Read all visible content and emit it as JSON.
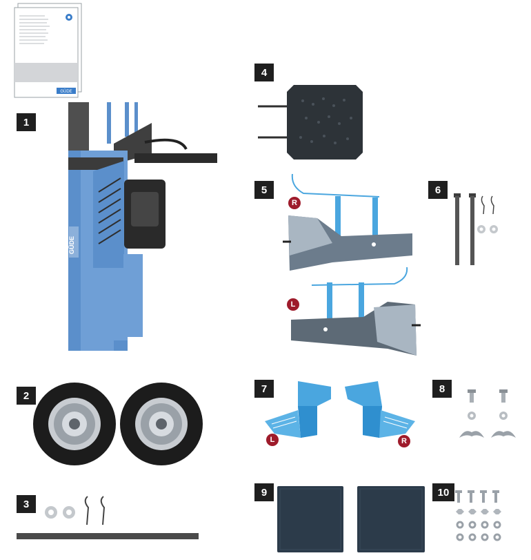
{
  "parts": [
    {
      "number": "1",
      "name": "log-splitter"
    },
    {
      "number": "2",
      "name": "wheels"
    },
    {
      "number": "3",
      "name": "axle-set"
    },
    {
      "number": "4",
      "name": "base-plate"
    },
    {
      "number": "5",
      "name": "side-supports"
    },
    {
      "number": "6",
      "name": "pins-set"
    },
    {
      "number": "7",
      "name": "brackets"
    },
    {
      "number": "8",
      "name": "wing-screws"
    },
    {
      "number": "9",
      "name": "mats"
    },
    {
      "number": "10",
      "name": "bolt-kit"
    }
  ],
  "side_labels": {
    "right": "R",
    "left": "L"
  },
  "manual": {
    "badge_text": "GÜDE"
  },
  "machine": {
    "brand_text": "GÜDE"
  },
  "colors": {
    "machine_blue": "#5b8fcb",
    "part_blue": "#4aa6df",
    "badge_dark": "#1f1f1f",
    "side_marker": "#9e1b2b"
  }
}
